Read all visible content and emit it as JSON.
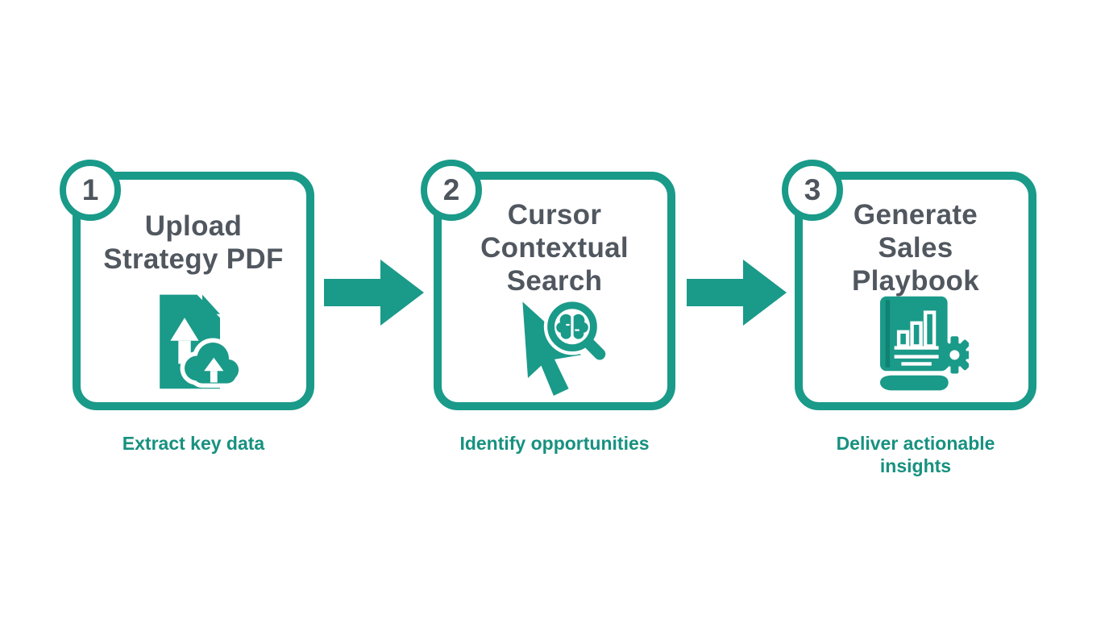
{
  "diagram": {
    "type": "process-flow",
    "colors": {
      "accent_teal": "#1A9A89",
      "caption_teal": "#17917F",
      "title_gray": "#51575F",
      "background": "#FFFFFF"
    },
    "steps": [
      {
        "number": "1",
        "title": "Upload Strategy PDF",
        "title_lines": [
          "Upload",
          "Strategy PDF"
        ],
        "caption": "Extract key data",
        "icon": "document-upload-cloud-icon"
      },
      {
        "number": "2",
        "title": "Cursor Contextual Search",
        "title_lines": [
          "Cursor",
          "Contextual",
          "Search"
        ],
        "caption": "Identify opportunities",
        "icon": "cursor-search-brain-icon"
      },
      {
        "number": "3",
        "title": "Generate Sales Playbook",
        "title_lines": [
          "Generate",
          "Sales",
          "Playbook"
        ],
        "caption": "Deliver actionable insights",
        "caption_lines": [
          "Deliver actionable",
          "insights"
        ],
        "icon": "playbook-chart-gear-icon"
      }
    ],
    "connectors": [
      {
        "icon": "right-block-arrow-icon"
      },
      {
        "icon": "right-block-arrow-icon"
      }
    ]
  }
}
